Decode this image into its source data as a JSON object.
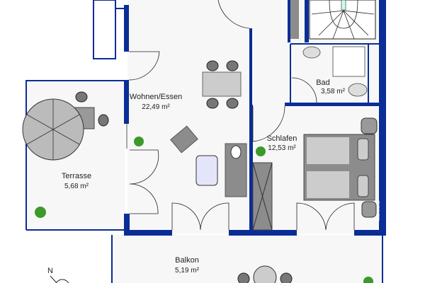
{
  "rooms": [
    {
      "name": "Wohnen/Essen",
      "area": "22,49 m²"
    },
    {
      "name": "Bad",
      "area": "3,58 m²"
    },
    {
      "name": "Schlafen",
      "area": "12,53 m²"
    },
    {
      "name": "Terrasse",
      "area": "5,68 m²"
    },
    {
      "name": "Balkon",
      "area": "5,19 m²"
    }
  ],
  "compass": {
    "label": "N"
  },
  "watermark": "McGrundriss",
  "colors": {
    "wall": "#0a2d96",
    "furniture": "#8c8c8c",
    "floor": "#f7f7f7"
  }
}
